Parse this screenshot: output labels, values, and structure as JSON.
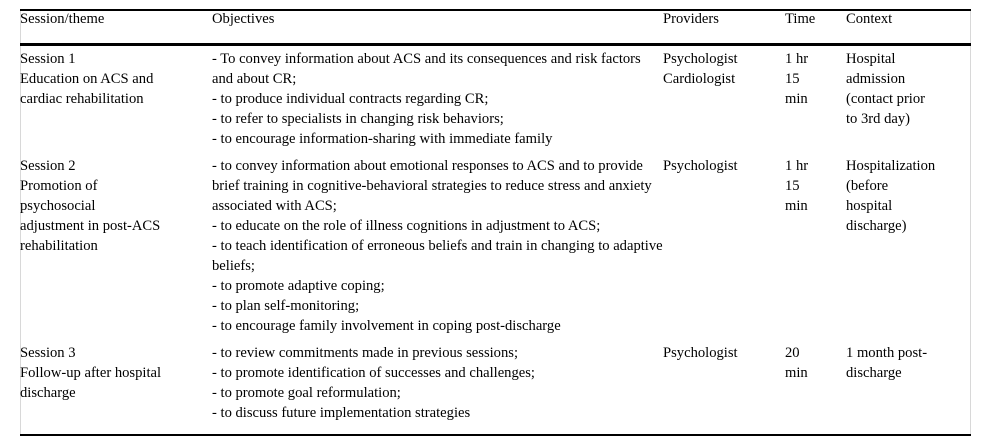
{
  "table": {
    "headers": {
      "session": "Session/theme",
      "objectives": "Objectives",
      "providers": "Providers",
      "time": "Time",
      "context": "Context"
    },
    "rows": [
      {
        "session_lines": [
          "Session 1",
          "Education on ACS and",
          "cardiac rehabilitation"
        ],
        "objectives": [
          "- To convey information about ACS and its consequences and risk factors and about CR;",
          "- to produce individual contracts regarding CR;",
          "- to refer to specialists in changing risk behaviors;",
          "- to encourage information-sharing with immediate family"
        ],
        "providers": [
          "Psychologist",
          "Cardiologist"
        ],
        "time_lines": [
          "1 hr",
          "15",
          "min"
        ],
        "context_lines": [
          "Hospital",
          "admission",
          "(contact prior",
          "to 3rd day)"
        ]
      },
      {
        "session_lines": [
          "Session 2",
          "Promotion of",
          "psychosocial",
          "adjustment in post-ACS",
          "rehabilitation"
        ],
        "objectives": [
          "- to convey information about emotional responses to ACS and to provide brief training in cognitive-behavioral strategies to reduce stress and anxiety associated with ACS;",
          "- to educate on the role of illness cognitions in adjustment to ACS;",
          "- to teach identification of erroneous beliefs and train in changing to adaptive beliefs;",
          "- to promote adaptive coping;",
          "- to plan self-monitoring;",
          "- to encourage family involvement in coping post-discharge"
        ],
        "providers": [
          "Psychologist"
        ],
        "time_lines": [
          "1 hr",
          "15",
          "min"
        ],
        "context_lines": [
          "Hospitalization",
          "(before",
          "hospital",
          "discharge)"
        ]
      },
      {
        "session_lines": [
          "Session 3",
          "Follow-up after hospital",
          "discharge"
        ],
        "objectives": [
          "- to review commitments made in previous sessions;",
          "- to promote identification of successes and challenges;",
          "- to promote goal reformulation;",
          "- to discuss future implementation strategies"
        ],
        "providers": [
          "Psychologist"
        ],
        "time_lines": [
          "20",
          "min"
        ],
        "context_lines": [
          "1 month post-",
          "discharge"
        ]
      }
    ]
  },
  "colors": {
    "rule": "#000000",
    "frame": "#d8d8d8",
    "text": "#000000",
    "background": "#ffffff"
  }
}
